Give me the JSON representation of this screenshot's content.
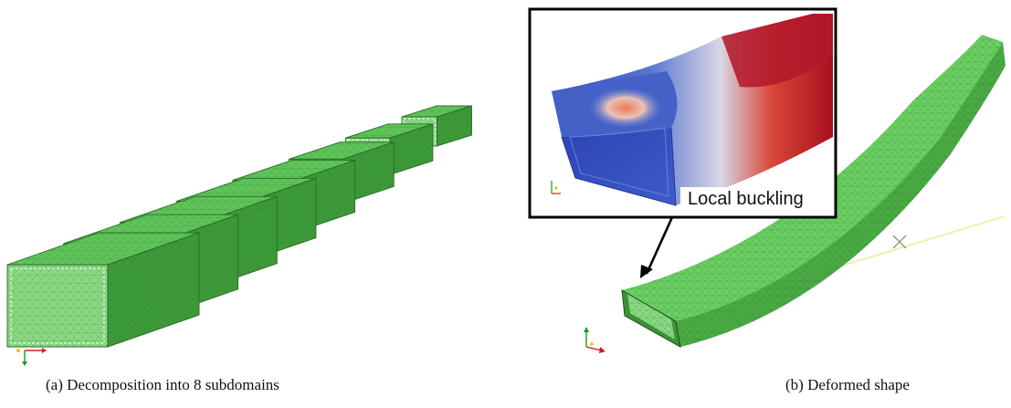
{
  "figure": {
    "panel_a": {
      "caption": "(a) Decomposition into 8 subdomains",
      "subdomain_count": 8
    },
    "panel_b": {
      "caption": "(b) Deformed shape",
      "inset_label": "Local buckling"
    },
    "colors": {
      "mesh_green": "#5fc45a",
      "mesh_dark": "#3c9a38",
      "mesh_light": "#8bd884",
      "inset_blue": "#3f57c4",
      "inset_red": "#a9101e",
      "guide_line": "#f2e9a0",
      "axis_red": "#d11b1b",
      "axis_green": "#1a9d1a",
      "axis_yellow": "#e3c21b"
    }
  }
}
